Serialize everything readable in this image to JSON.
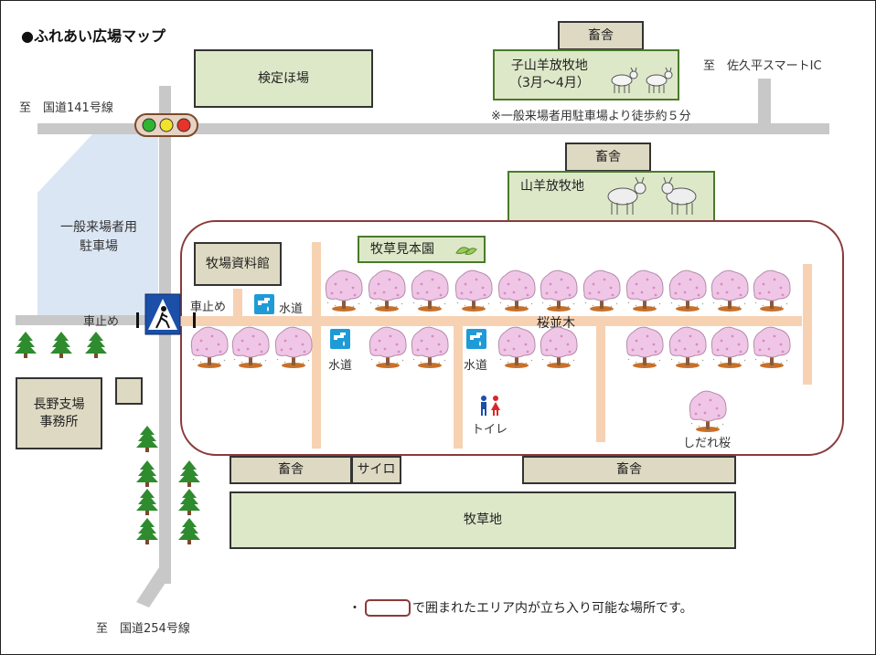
{
  "title": "●ふれあい広場マップ",
  "labels": {
    "to_route141": "至　国道141号線",
    "to_route254": "至　国道254号線",
    "to_saku_ic": "至　佐久平スマートIC",
    "walk_note": "※一般来場者用駐車場より徒歩約５分",
    "parking": "一般来場者用\n駐車場",
    "stopper_left": "車止め",
    "stopper_right": "車止め",
    "sakura_namiki": "桜並木",
    "water_1": "水道",
    "water_2": "水道",
    "water_3": "水道",
    "toilet": "トイレ",
    "shidare": "しだれ桜",
    "legend_prefix": "・",
    "legend_text": "で囲まれたエリア内が立ち入り可能な場所です。"
  },
  "facilities": {
    "kentei": "検定ほ場",
    "barn_top": "畜舎",
    "kid_goat": "子山羊放牧地\n（3月～4月）",
    "barn_mid": "畜舎",
    "goat_pasture": "山羊放牧地",
    "museum": "牧場資料館",
    "forage_garden": "牧草見本園",
    "office": "長野支場\n事務所",
    "barn_bottom_left": "畜舎",
    "silo": "サイロ",
    "barn_bottom_right": "畜舎",
    "pasture": "牧草地"
  },
  "colors": {
    "area_border": "#8b3a3a",
    "cherry": "#f0c6e6",
    "path": "#f6d2b3",
    "road": "#c8c8c8",
    "parking": "#dbe6f4",
    "field_green": "#dde8c8",
    "building_tan": "#ded9c2",
    "tree_green": "#2e8b2e",
    "water_icon": "#1e9bd7"
  }
}
